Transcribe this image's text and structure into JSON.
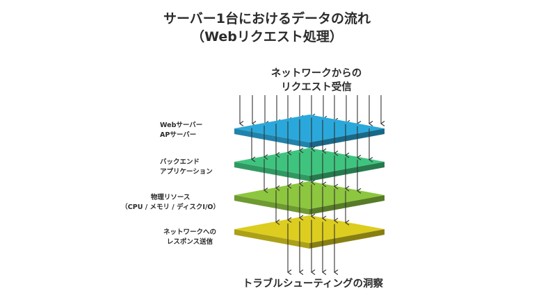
{
  "title": {
    "line1": "サーバー1台におけるデータの流れ",
    "line2": "（Webリクエスト処理）"
  },
  "input_label": {
    "line1": "ネットワークからの",
    "line2": "リクエスト受信"
  },
  "output_label": "トラブルシューティングの洞察",
  "layers": [
    {
      "line1": "Webサーバー",
      "line2": "APサーバー",
      "color": "#2aa8db"
    },
    {
      "line1": "バックエンド",
      "line2": "アプリケーション",
      "color": "#3ec47e"
    },
    {
      "line1": "物理リソース",
      "line2": "（CPU / メモリ / ディスクI/O）",
      "color": "#8dc63f"
    },
    {
      "line1": "ネットワークへの",
      "line2": "レスポンス送信",
      "color": "#dccd1f"
    }
  ]
}
